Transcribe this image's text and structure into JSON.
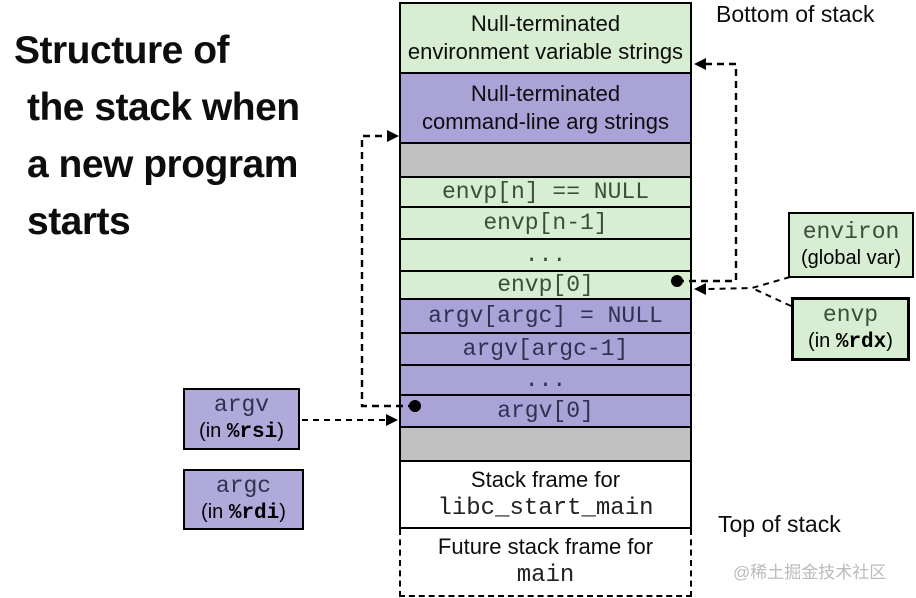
{
  "title": {
    "lines": [
      "Structure of",
      "the stack when",
      "a new program",
      "starts"
    ]
  },
  "labels": {
    "bottom_of_stack": "Bottom of stack",
    "top_of_stack": "Top of stack",
    "watermark": "@稀土掘金技术社区"
  },
  "stack": {
    "env_strings": {
      "line1": "Null-terminated",
      "line2": "environment variable strings"
    },
    "arg_strings": {
      "line1": "Null-terminated",
      "line2": "command-line arg strings"
    },
    "rows": {
      "envp_n": "envp[n] == NULL",
      "envp_n1": "envp[n-1]",
      "envp_dots": "...",
      "envp_0": "envp[0]",
      "argv_argc": "argv[argc] = NULL",
      "argv_argc1": "argv[argc-1]",
      "argv_dots": "...",
      "argv_0": "argv[0]"
    },
    "libc_frame": {
      "line1": "Stack frame for",
      "line2": "libc_start_main"
    },
    "future_frame": {
      "line1": "Future stack frame for",
      "line2": "main"
    }
  },
  "side_boxes": {
    "argv": {
      "name": "argv",
      "prefix": "(in ",
      "reg": "%rsi",
      "suffix": ")"
    },
    "argc": {
      "name": "argc",
      "prefix": "(in ",
      "reg": "%rdi",
      "suffix": ")"
    },
    "environ": {
      "name": "environ",
      "sub": "(global var)"
    },
    "envp": {
      "name": "envp",
      "prefix": "(in ",
      "reg": "%rdx",
      "suffix": ")"
    }
  },
  "colors": {
    "green": "#d7eed2",
    "purple": "#a9a3d8",
    "purple_light": "#b0aadb",
    "gray": "#c2c1c1",
    "green_text": "#3b4e3b",
    "purple_text": "#30304f",
    "watermark": "#bbbbbb"
  }
}
